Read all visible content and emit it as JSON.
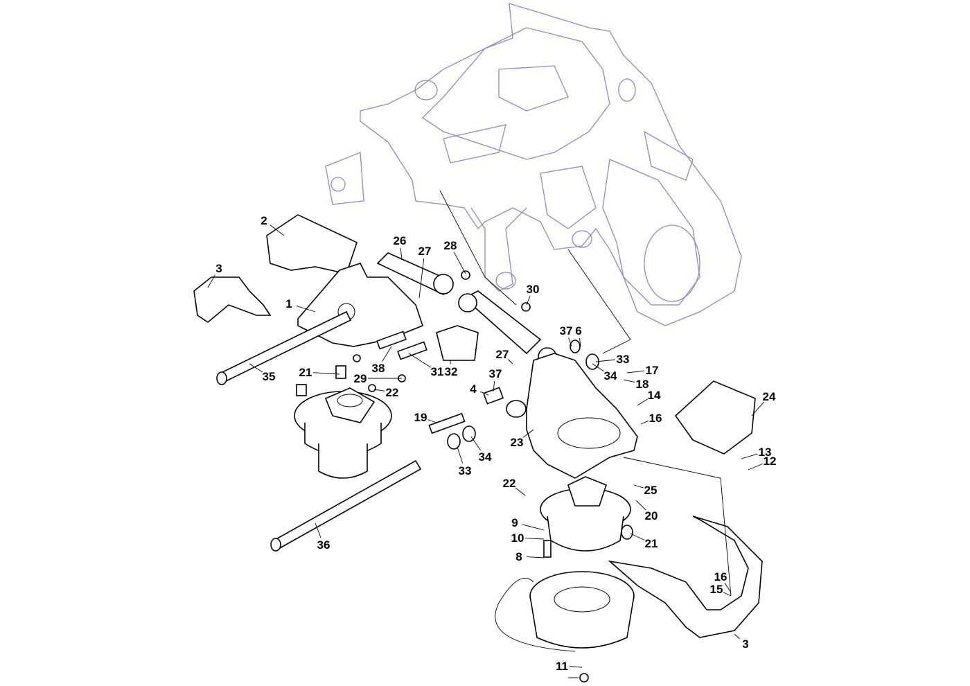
{
  "diagram": {
    "title": "Exploded parts view – rotator / felling head assembly",
    "frame_color": "#8a88c8",
    "part_color": "#000000",
    "callouts": [
      {
        "id": "c-2",
        "label": "2"
      },
      {
        "id": "c-3a",
        "label": "3"
      },
      {
        "id": "c-1",
        "label": "1"
      },
      {
        "id": "c-26",
        "label": "26"
      },
      {
        "id": "c-27a",
        "label": "27"
      },
      {
        "id": "c-28",
        "label": "28"
      },
      {
        "id": "c-30",
        "label": "30"
      },
      {
        "id": "c-37a",
        "label": "37"
      },
      {
        "id": "c-6",
        "label": "6"
      },
      {
        "id": "c-33a",
        "label": "33"
      },
      {
        "id": "c-17",
        "label": "17"
      },
      {
        "id": "c-34a",
        "label": "34"
      },
      {
        "id": "c-18",
        "label": "18"
      },
      {
        "id": "c-14",
        "label": "14"
      },
      {
        "id": "c-16a",
        "label": "16"
      },
      {
        "id": "c-24",
        "label": "24"
      },
      {
        "id": "c-35",
        "label": "35"
      },
      {
        "id": "c-21a",
        "label": "21"
      },
      {
        "id": "c-29",
        "label": "29"
      },
      {
        "id": "c-38",
        "label": "38"
      },
      {
        "id": "c-31",
        "label": "31"
      },
      {
        "id": "c-32",
        "label": "32"
      },
      {
        "id": "c-27b",
        "label": "27"
      },
      {
        "id": "c-22a",
        "label": "22"
      },
      {
        "id": "c-37b",
        "label": "37"
      },
      {
        "id": "c-4",
        "label": "4"
      },
      {
        "id": "c-19",
        "label": "19"
      },
      {
        "id": "c-23",
        "label": "23"
      },
      {
        "id": "c-34b",
        "label": "34"
      },
      {
        "id": "c-33b",
        "label": "33"
      },
      {
        "id": "c-13",
        "label": "13"
      },
      {
        "id": "c-12",
        "label": "12"
      },
      {
        "id": "c-22b",
        "label": "22"
      },
      {
        "id": "c-25",
        "label": "25"
      },
      {
        "id": "c-20",
        "label": "20"
      },
      {
        "id": "c-9",
        "label": "9"
      },
      {
        "id": "c-10",
        "label": "10"
      },
      {
        "id": "c-21b",
        "label": "21"
      },
      {
        "id": "c-8",
        "label": "8"
      },
      {
        "id": "c-36",
        "label": "36"
      },
      {
        "id": "c-16b",
        "label": "16"
      },
      {
        "id": "c-15",
        "label": "15"
      },
      {
        "id": "c-3b",
        "label": "3"
      },
      {
        "id": "c-11",
        "label": "11"
      }
    ]
  }
}
